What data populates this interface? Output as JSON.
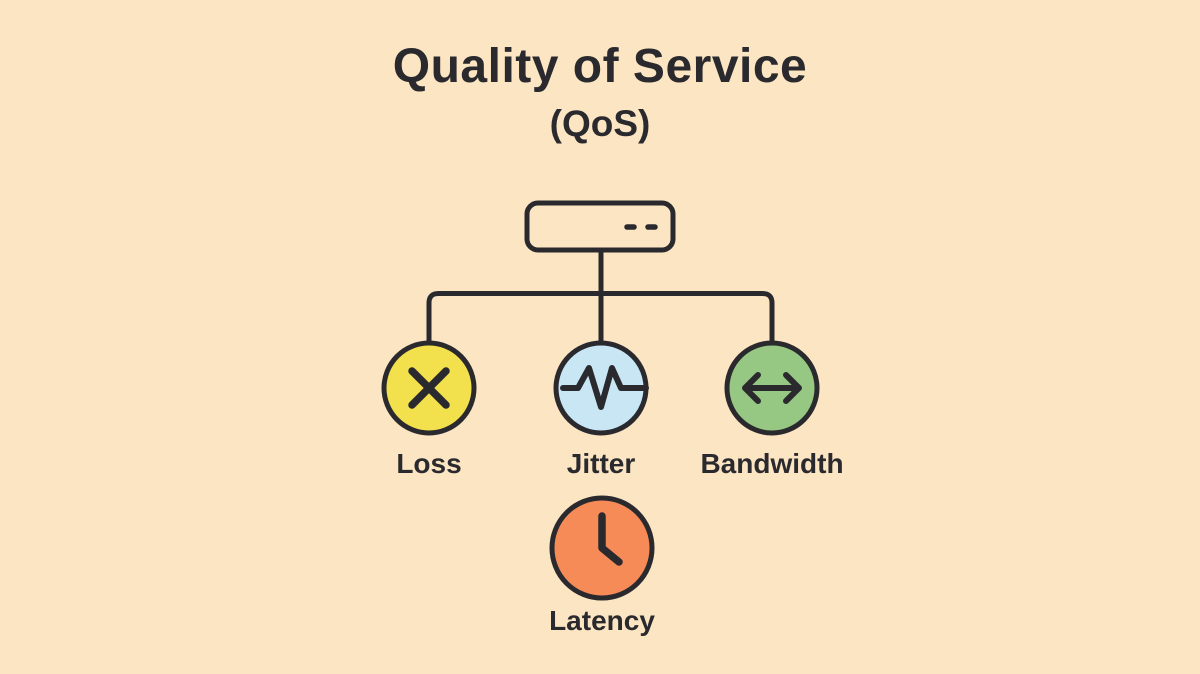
{
  "title": {
    "line1": "Quality of Service",
    "line2": "(QoS)"
  },
  "colors": {
    "bg": "#FCE5C2",
    "ink": "#2A2A2E",
    "node-loss": "#F3E04D",
    "node-jitter": "#C8E6F4",
    "node-bandwidth": "#96C884",
    "node-latency": "#F78B58"
  },
  "root_node": {
    "name": "network device",
    "icon": "router-icon"
  },
  "nodes": [
    {
      "id": "loss",
      "label": "Loss",
      "icon": "x-icon"
    },
    {
      "id": "jitter",
      "label": "Jitter",
      "icon": "waveform-icon"
    },
    {
      "id": "bandwidth",
      "label": "Bandwidth",
      "icon": "double-arrow-icon"
    },
    {
      "id": "latency",
      "label": "Latency",
      "icon": "clock-icon"
    }
  ]
}
